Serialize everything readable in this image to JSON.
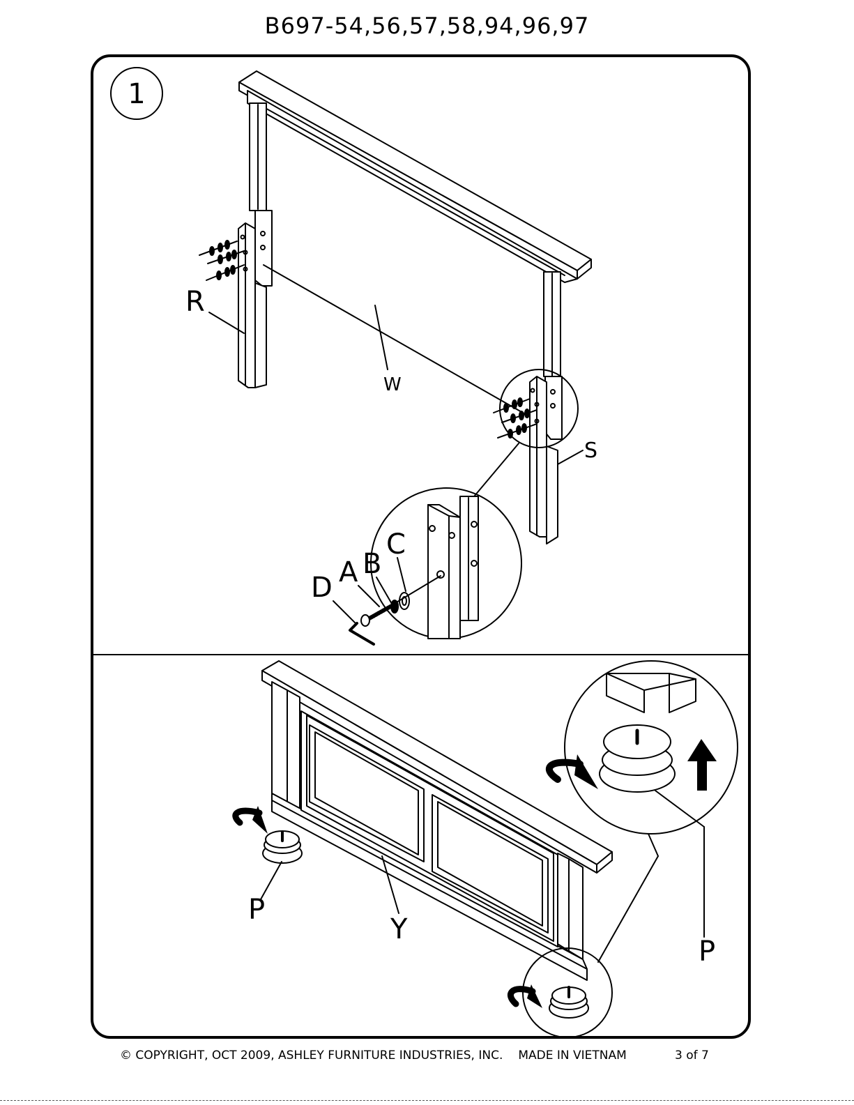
{
  "header": {
    "title": "B697-54,56,57,58,94,96,97"
  },
  "step": {
    "number": "1"
  },
  "labels": {
    "R": "R",
    "W": "W",
    "S": "S",
    "A": "A",
    "B": "B",
    "C": "C",
    "D": "D",
    "Y": "Y",
    "P_left": "P",
    "P_right": "P"
  },
  "footer": {
    "copyright": "© COPYRIGHT, OCT 2009, ASHLEY FURNITURE INDUSTRIES, INC.",
    "made_in": "MADE IN VIETNAM",
    "page": "3 of 7"
  }
}
